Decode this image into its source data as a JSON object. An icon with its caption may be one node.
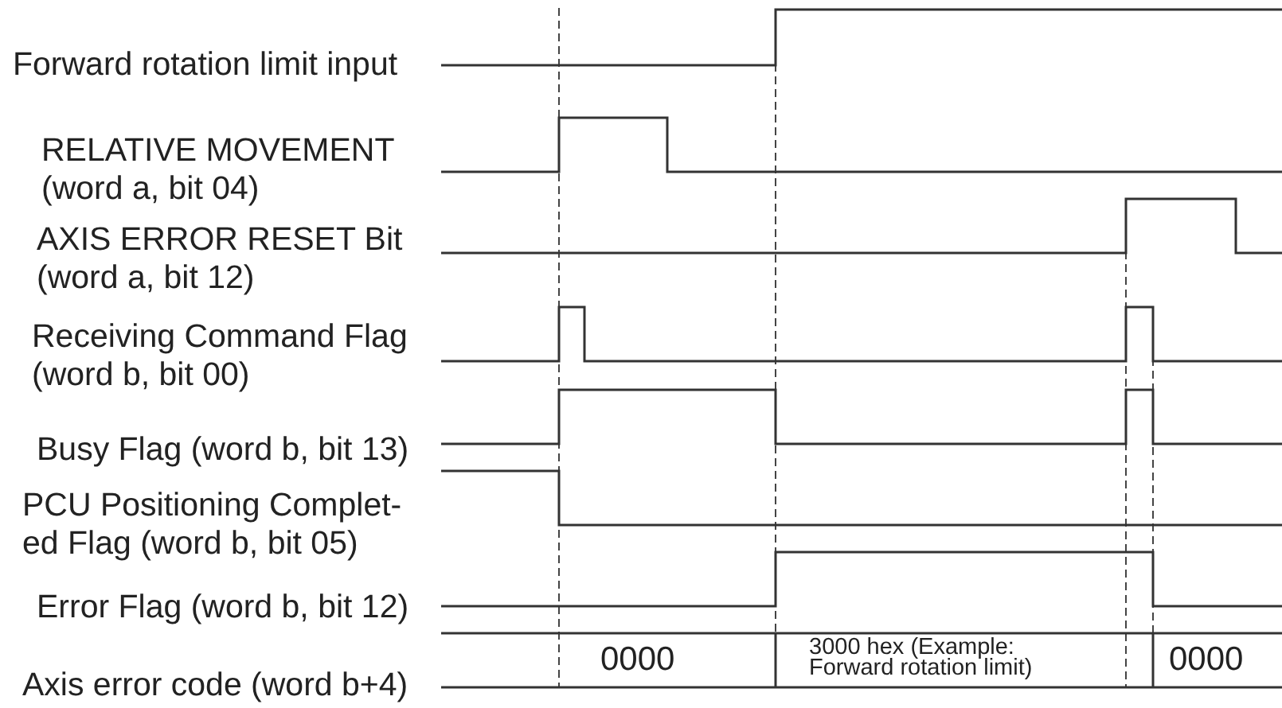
{
  "diagram": {
    "labels": [
      "Forward rotation limit input",
      "RELATIVE MOVEMENT (word a, bit 04)",
      "AXIS ERROR RESET Bit (word a, bit 12)",
      "Receiving Command Flag (word b, bit 00)",
      "Busy Flag (word b, bit 13)",
      "PCU Positioning Complet-ed Flag (word b, bit 05)",
      "Error Flag (word b, bit 12)",
      "Axis error code (word b+4)",
      "0000",
      "3000 hex (Example: Forward rotation limit)",
      "0000"
    ]
  }
}
